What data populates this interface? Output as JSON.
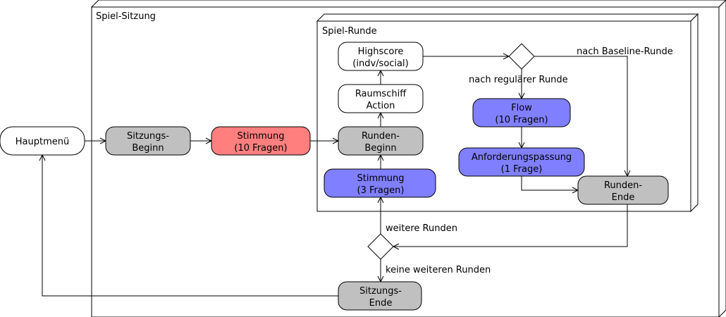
{
  "frames": {
    "session": {
      "label": "Spiel-Sitzung"
    },
    "round": {
      "label": "Spiel-Runde"
    }
  },
  "colors": {
    "gray": "#c0c0c0",
    "red": "#ff7f7f",
    "blue": "#7f7fff",
    "white": "#ffffff"
  },
  "nodes": {
    "hauptmenu": {
      "line1": "Hauptmenü",
      "line2": ""
    },
    "sitzungs_beginn": {
      "line1": "Sitzungs-",
      "line2": "Beginn"
    },
    "stimmung_10": {
      "line1": "Stimmung",
      "line2": "(10 Fragen)"
    },
    "runden_beginn": {
      "line1": "Runden-",
      "line2": "Beginn"
    },
    "raumschiff": {
      "line1": "Raumschiff",
      "line2": "Action"
    },
    "highscore": {
      "line1": "Highscore",
      "line2": "(indv/social)"
    },
    "stimmung_3": {
      "line1": "Stimmung",
      "line2": "(3 Fragen)"
    },
    "flow": {
      "line1": "Flow",
      "line2": "(10 Fragen)"
    },
    "anforderung": {
      "line1": "Anforderungspassung",
      "line2": "(1 Frage)"
    },
    "runden_ende": {
      "line1": "Runden-",
      "line2": "Ende"
    },
    "sitzungs_ende": {
      "line1": "Sitzungs-",
      "line2": "Ende"
    }
  },
  "edge_labels": {
    "nach_baseline": "nach Baseline-Runde",
    "nach_regulaer": "nach regulärer Runde",
    "weitere_runden": "weitere Runden",
    "keine_weiteren": "keine weiteren Runden"
  }
}
